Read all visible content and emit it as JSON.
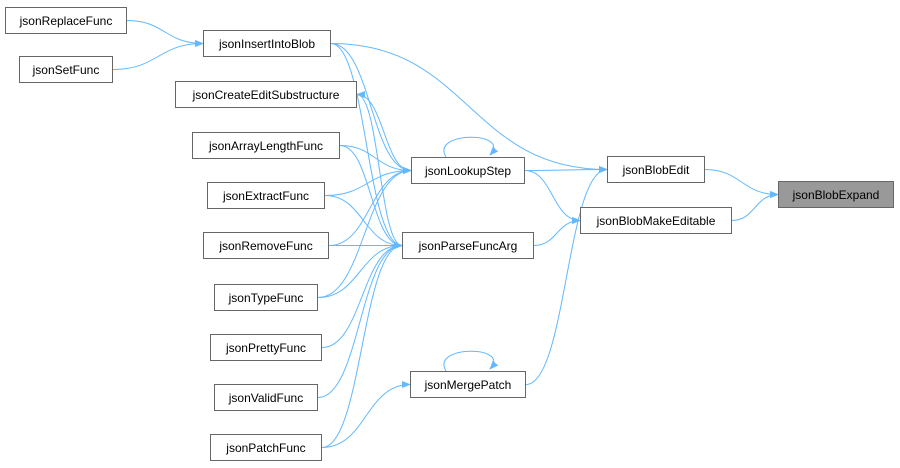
{
  "colors": {
    "edge": "#63B8FF",
    "node_border": "#666666",
    "node_fill": "#ffffff",
    "root_fill": "#999999"
  },
  "nodes": {
    "jsonReplaceFunc": "jsonReplaceFunc",
    "jsonSetFunc": "jsonSetFunc",
    "jsonInsertIntoBlob": "jsonInsertIntoBlob",
    "jsonCreateEditSubstructure": "jsonCreateEditSubstructure",
    "jsonArrayLengthFunc": "jsonArrayLengthFunc",
    "jsonExtractFunc": "jsonExtractFunc",
    "jsonRemoveFunc": "jsonRemoveFunc",
    "jsonTypeFunc": "jsonTypeFunc",
    "jsonPrettyFunc": "jsonPrettyFunc",
    "jsonValidFunc": "jsonValidFunc",
    "jsonPatchFunc": "jsonPatchFunc",
    "jsonLookupStep": "jsonLookupStep",
    "jsonParseFuncArg": "jsonParseFuncArg",
    "jsonMergePatch": "jsonMergePatch",
    "jsonBlobEdit": "jsonBlobEdit",
    "jsonBlobMakeEditable": "jsonBlobMakeEditable",
    "jsonBlobExpand": "jsonBlobExpand"
  },
  "edges": [
    [
      "jsonReplaceFunc",
      "jsonInsertIntoBlob"
    ],
    [
      "jsonSetFunc",
      "jsonInsertIntoBlob"
    ],
    [
      "jsonInsertIntoBlob",
      "jsonBlobEdit"
    ],
    [
      "jsonInsertIntoBlob",
      "jsonLookupStep"
    ],
    [
      "jsonInsertIntoBlob",
      "jsonParseFuncArg"
    ],
    [
      "jsonLookupStep",
      "jsonCreateEditSubstructure"
    ],
    [
      "jsonCreateEditSubstructure",
      "jsonParseFuncArg"
    ],
    [
      "jsonArrayLengthFunc",
      "jsonLookupStep"
    ],
    [
      "jsonArrayLengthFunc",
      "jsonParseFuncArg"
    ],
    [
      "jsonExtractFunc",
      "jsonLookupStep"
    ],
    [
      "jsonExtractFunc",
      "jsonParseFuncArg"
    ],
    [
      "jsonRemoveFunc",
      "jsonLookupStep"
    ],
    [
      "jsonRemoveFunc",
      "jsonParseFuncArg"
    ],
    [
      "jsonTypeFunc",
      "jsonLookupStep"
    ],
    [
      "jsonTypeFunc",
      "jsonParseFuncArg"
    ],
    [
      "jsonPrettyFunc",
      "jsonParseFuncArg"
    ],
    [
      "jsonValidFunc",
      "jsonParseFuncArg"
    ],
    [
      "jsonPatchFunc",
      "jsonParseFuncArg"
    ],
    [
      "jsonPatchFunc",
      "jsonMergePatch"
    ],
    [
      "jsonLookupStep",
      "jsonLookupStep"
    ],
    [
      "jsonMergePatch",
      "jsonMergePatch"
    ],
    [
      "jsonLookupStep",
      "jsonBlobEdit"
    ],
    [
      "jsonLookupStep",
      "jsonBlobMakeEditable"
    ],
    [
      "jsonMergePatch",
      "jsonBlobEdit"
    ],
    [
      "jsonParseFuncArg",
      "jsonBlobMakeEditable"
    ],
    [
      "jsonBlobEdit",
      "jsonBlobExpand"
    ],
    [
      "jsonBlobMakeEditable",
      "jsonBlobExpand"
    ]
  ]
}
